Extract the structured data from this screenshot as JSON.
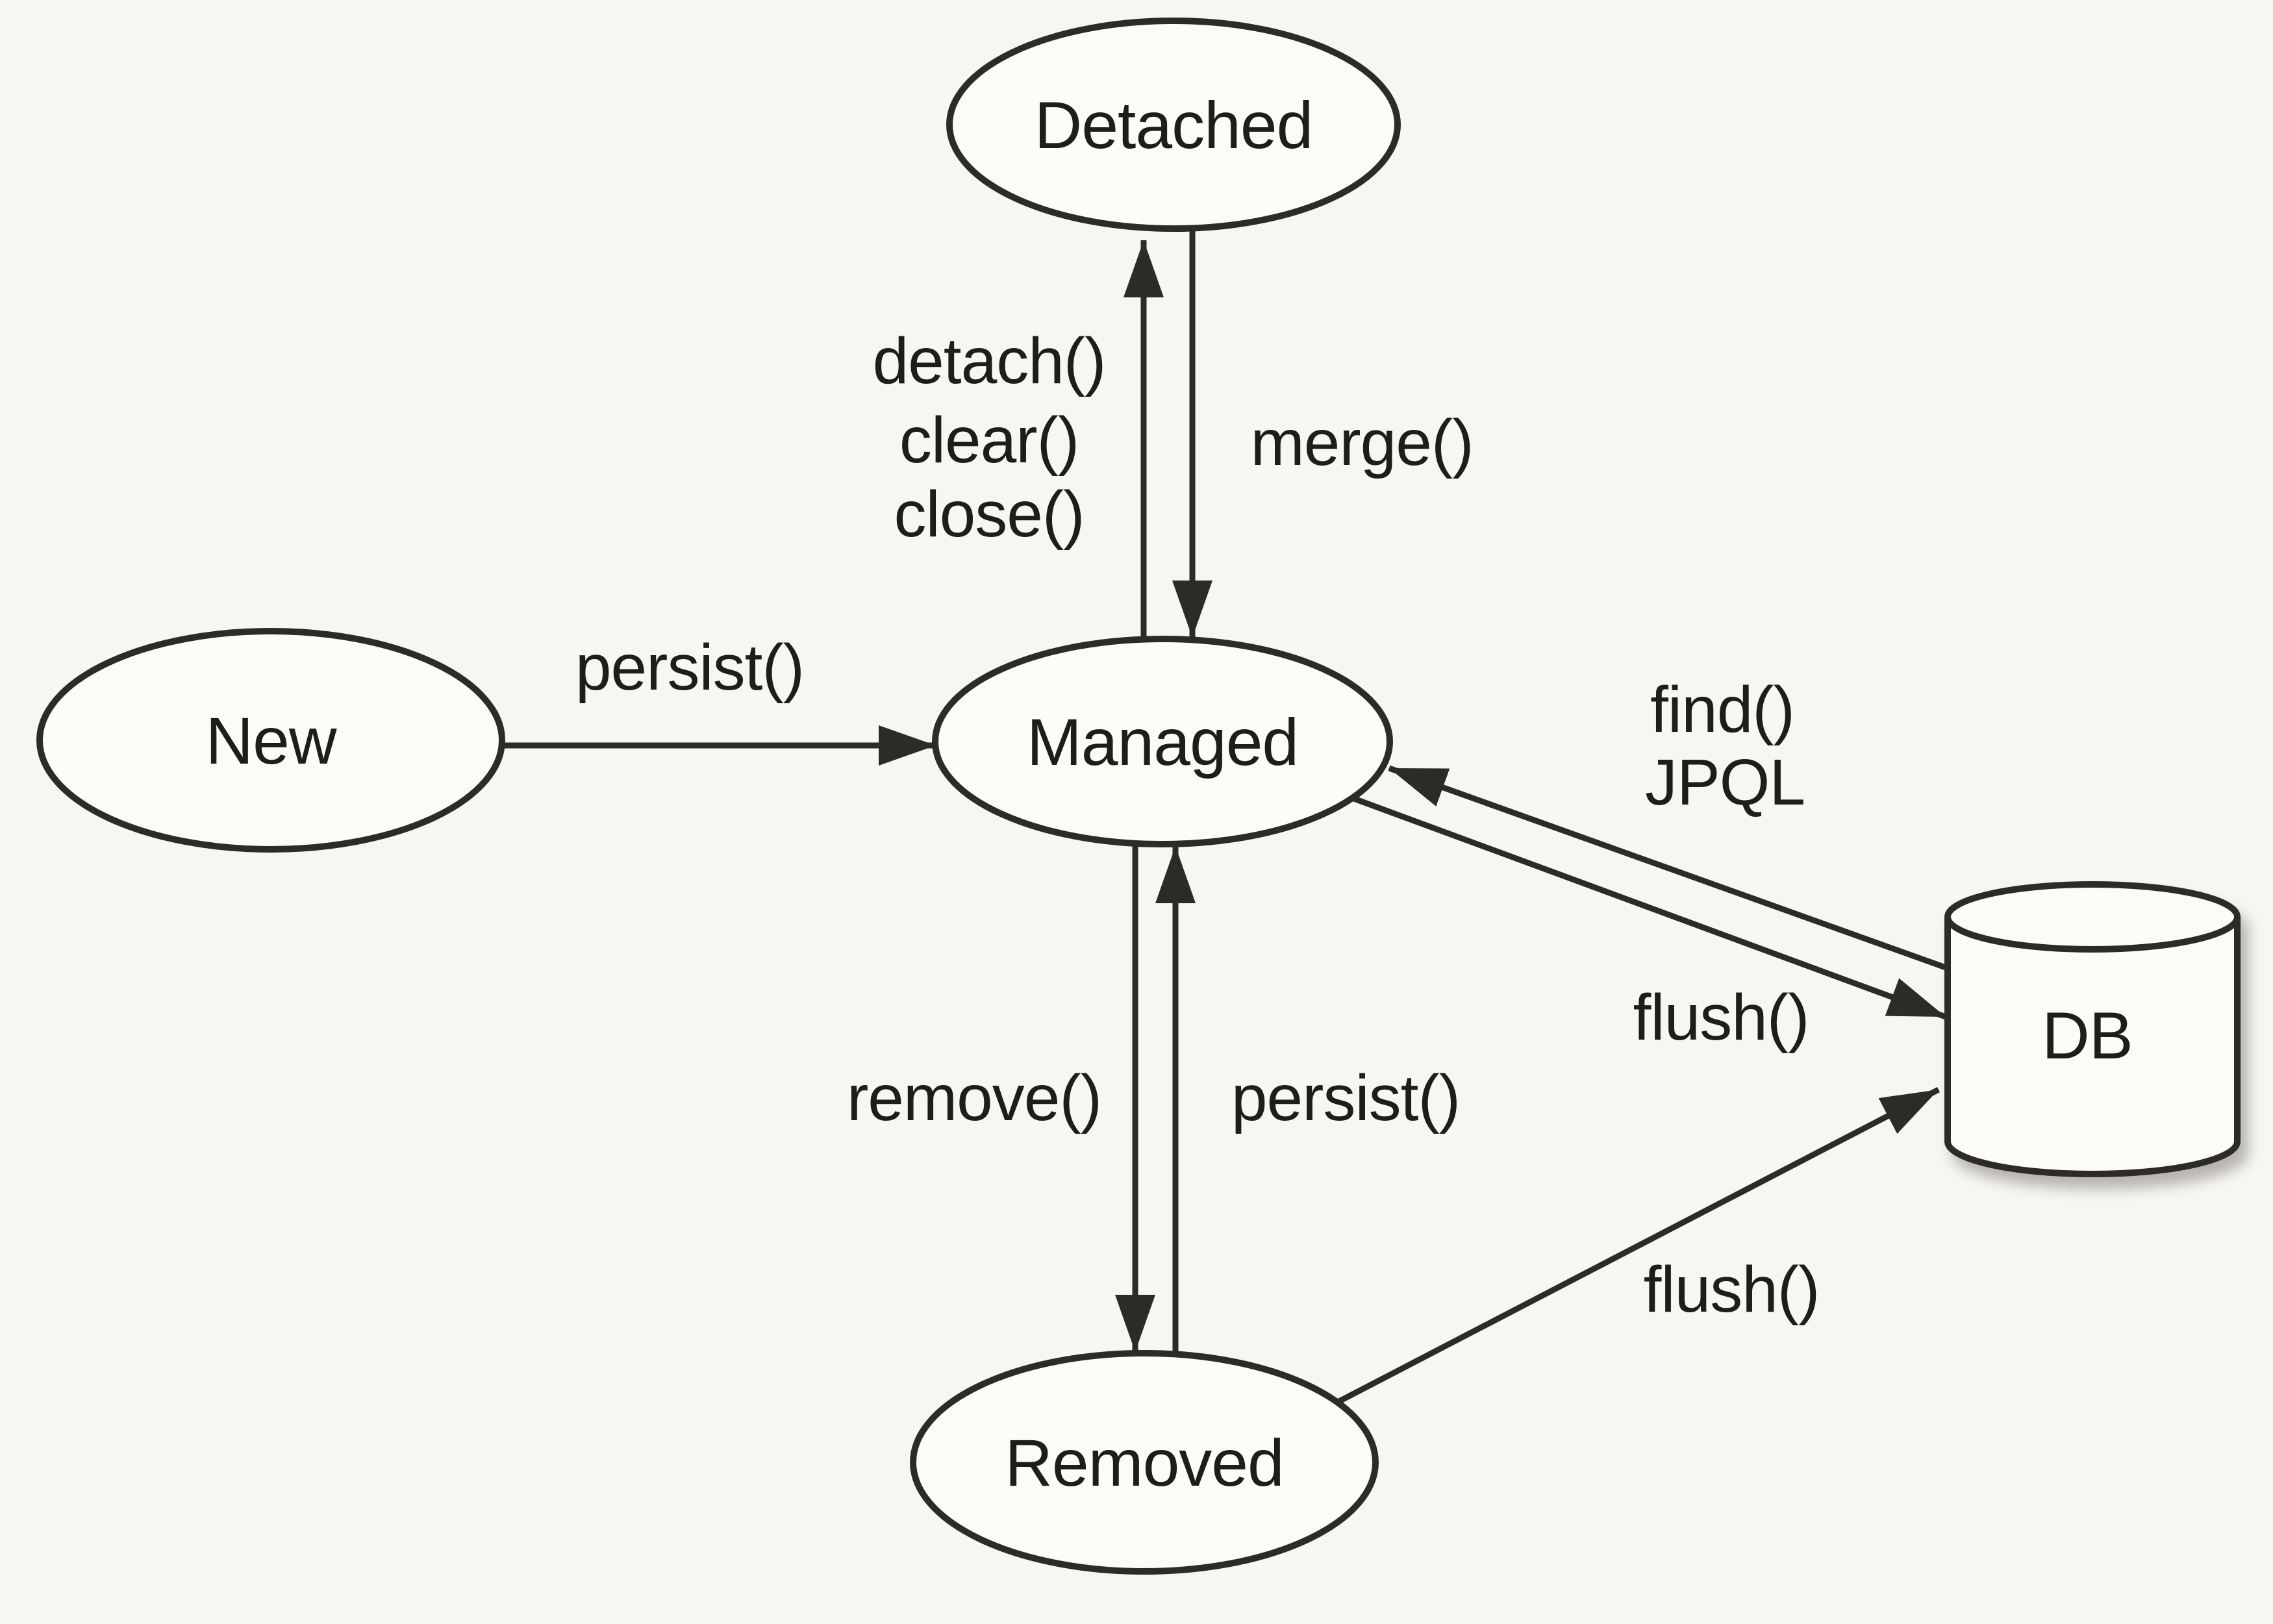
{
  "colors": {
    "paper": "#f7f6f2",
    "ink": "#1e1d1b",
    "line": "#2d2b28"
  },
  "nodes": {
    "new": {
      "label": "New"
    },
    "managed": {
      "label": "Managed"
    },
    "detached": {
      "label": "Detached"
    },
    "removed": {
      "label": "Removed"
    },
    "db": {
      "label": "DB"
    }
  },
  "edges": {
    "new_to_managed": {
      "label": "persist()"
    },
    "managed_to_detached": {
      "labels": [
        "detach()",
        "clear()",
        "close()"
      ]
    },
    "detached_to_managed": {
      "label": "merge()"
    },
    "managed_to_removed": {
      "label": "remove()"
    },
    "removed_to_managed": {
      "label": "persist()"
    },
    "db_to_managed": {
      "labels": [
        "find()",
        "JPQL"
      ]
    },
    "managed_to_db": {
      "label": "flush()"
    },
    "removed_to_db": {
      "label": "flush()"
    }
  }
}
